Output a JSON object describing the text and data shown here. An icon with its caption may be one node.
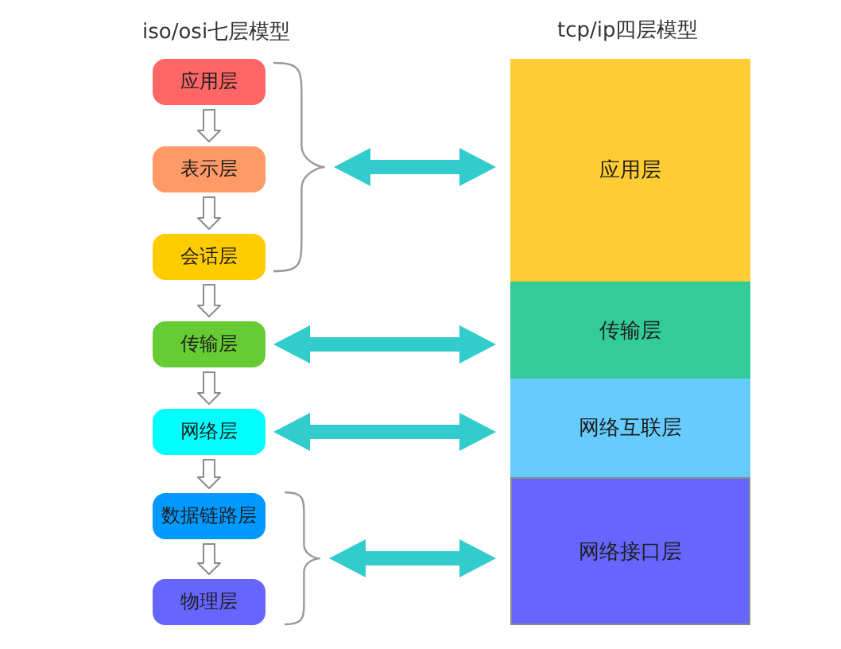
{
  "diagram": {
    "nodes": [
      {
        "text": [
          "应用层"
        ]
      },
      {
        "text": [
          "表示层"
        ]
      },
      {
        "text": [
          "会话层"
        ]
      },
      {
        "text": [
          "传输层"
        ]
      },
      {
        "text": [
          "网络层"
        ]
      },
      {
        "text": [
          "数据链路层"
        ]
      },
      {
        "text": [
          "物理层"
        ]
      },
      {
        "text": [],
        "shape": "brace"
      },
      {
        "text": [],
        "shape": "brace"
      },
      {
        "text": [
          "应用层"
        ]
      },
      {
        "text": [
          "传输层"
        ]
      },
      {
        "text": [
          "网络互联层"
        ]
      },
      {
        "text": [
          "网络接口层"
        ]
      }
    ],
    "edges": [
      {
        "from": 0,
        "to": 1,
        "arrow": "to"
      },
      {
        "from": 1,
        "to": 2,
        "arrow": "to"
      },
      {
        "from": 2,
        "to": 3,
        "arrow": "to"
      },
      {
        "from": 3,
        "to": 4,
        "arrow": "to"
      },
      {
        "from": 4,
        "to": 5,
        "arrow": "to"
      },
      {
        "from": 5,
        "to": 6,
        "arrow": "to"
      },
      {
        "from": 7,
        "to": 9,
        "arrow": "both",
        "style": "thick",
        "color": "#33cccc"
      },
      {
        "from": 3,
        "to": 10,
        "arrow": "both",
        "style": "thick",
        "color": "#33cccc"
      },
      {
        "from": 4,
        "to": 11,
        "arrow": "both",
        "style": "thick",
        "color": "#33cccc"
      },
      {
        "from": 8,
        "to": 12,
        "arrow": "both",
        "style": "thick",
        "color": "#33cccc"
      }
    ],
    "labels": [
      "iso/osi七层模型",
      "tcp/ip四层模型"
    ]
  }
}
